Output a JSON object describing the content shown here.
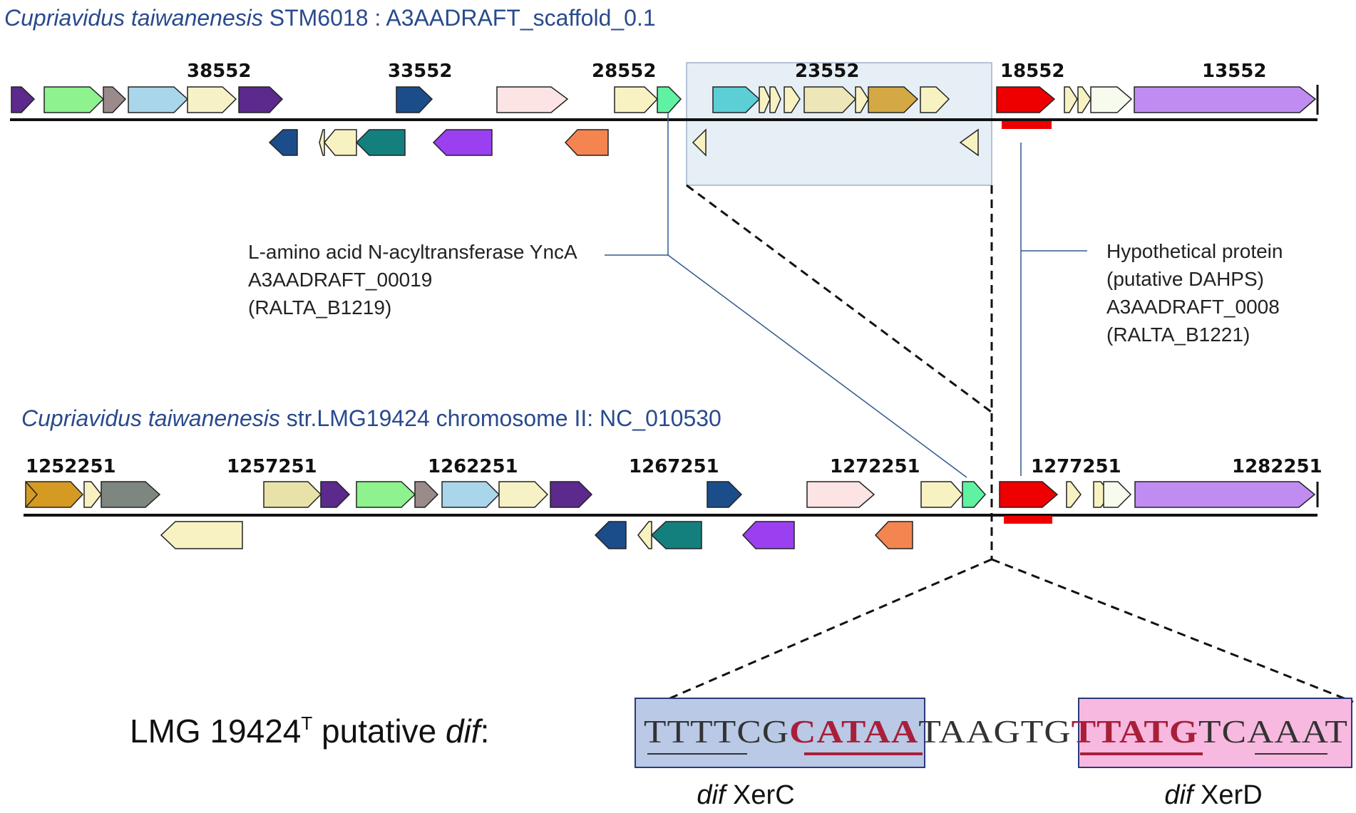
{
  "scaffold_title": {
    "species": "Cupriavidus taiwanenesis",
    "rest": " STM6018 : A3AADRAFT_scaffold_0.1"
  },
  "chromosome_title": {
    "species": "Cupriavidus taiwanenesis",
    "rest": " str.LMG19424 chromosome II: NC_010530"
  },
  "top_positions": [
    "38552",
    "33552",
    "28552",
    "23552",
    "18552",
    "13552"
  ],
  "bottom_positions": [
    "1252251",
    "1257251",
    "1262251",
    "1267251",
    "1272251",
    "1277251",
    "1282251"
  ],
  "annotation_left": [
    "L-amino acid N-acyltransferase YncA",
    "A3AADRAFT_00019",
    "(RALTA_B1219)"
  ],
  "annotation_right": [
    "Hypothetical protein",
    "(putative DAHPS)",
    "A3AADRAFT_0008",
    "(RALTA_B1221)"
  ],
  "dif": {
    "label_pre": "LMG 19424",
    "label_sup": "T",
    "label_mid": " putative ",
    "label_it": "dif",
    "label_post": ":",
    "seq_a": "TTTTCG",
    "seq_b": "CATAA",
    "seq_c": "TAAGTG",
    "seq_d": "TTATG",
    "seq_e": "TCAAAT",
    "xerc_it": "dif",
    "xerc": " XerC",
    "xerd_it": "dif",
    "xerd": " XerD"
  },
  "colors": {
    "title": "#2a4a8c",
    "highlight_box": "#e6eef6",
    "xerc_box": "#b9c9e6",
    "xerd_box": "#f7b9e0",
    "bold_base": "#a81f3a",
    "gene_red": "#ee0000"
  }
}
